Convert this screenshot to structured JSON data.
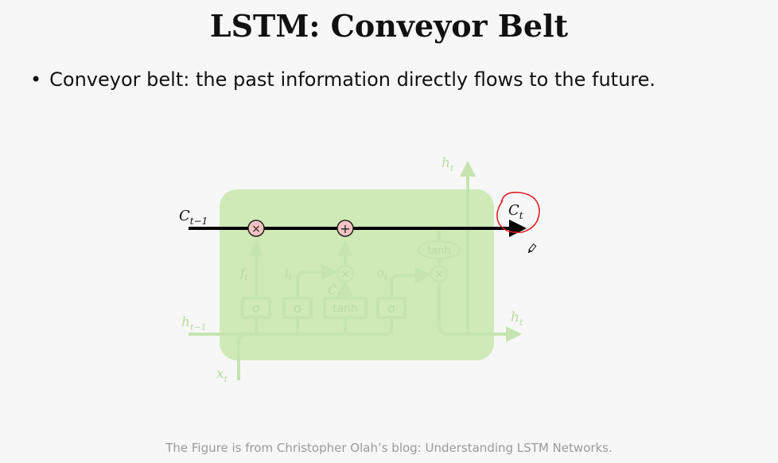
{
  "slide": {
    "title": "LSTM: Conveyor Belt",
    "bullet": "Conveyor belt: the past information directly flows to the future.",
    "caption": "The Figure is from Christopher Olah’s blog: Understanding LSTM Networks."
  },
  "diagram": {
    "labels": {
      "c_prev": "C",
      "c_prev_sub": "t−1",
      "c_next": "C",
      "c_next_sub": "t",
      "h_prev": "h",
      "h_prev_sub": "t−1",
      "h_out_top": "h",
      "h_out_top_sub": "t",
      "h_out_right": "h",
      "h_out_right_sub": "t",
      "x_in": "x",
      "x_in_sub": "t",
      "f": "f",
      "f_sub": "t",
      "i": "i",
      "i_sub": "t",
      "o": "o",
      "o_sub": "t",
      "c_tilde": "C̃",
      "c_tilde_sub": "t"
    },
    "ops": {
      "multiply": "×",
      "add": "+"
    },
    "gates": {
      "sigma_1": "σ",
      "sigma_2": "σ",
      "tanh_gate": "tanh",
      "sigma_3": "σ",
      "tanh_cell": "tanh"
    },
    "colors": {
      "cell_fill": "#cfeab6",
      "faded_stroke": "#c5e4b0",
      "belt": "#000000",
      "op_fill": "#f4c3c3",
      "highlight": "#e0202a"
    }
  }
}
